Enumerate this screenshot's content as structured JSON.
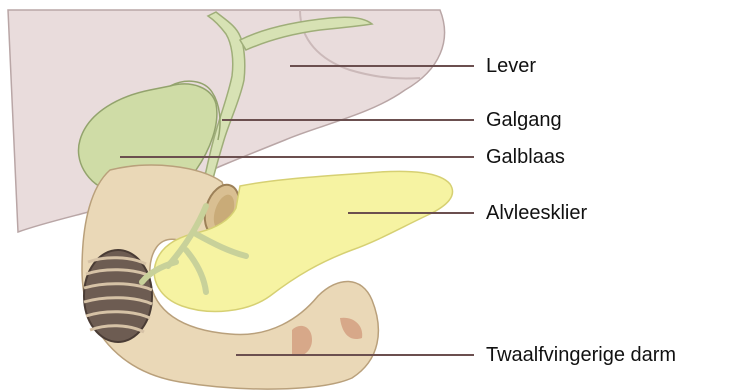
{
  "labels": {
    "lever": "Lever",
    "galgang": "Galgang",
    "galblaas": "Galblaas",
    "alvleesklier": "Alvleesklier",
    "darm": "Twaalfvingerige darm"
  },
  "colors": {
    "liver": "#e9dcdc",
    "gallbladder": "#cfdca6",
    "bile_duct": "#d7e2b4",
    "pancreas": "#f6f3a2",
    "duodenum": "#ead8b7",
    "leader_line": "#6b4f4f"
  }
}
